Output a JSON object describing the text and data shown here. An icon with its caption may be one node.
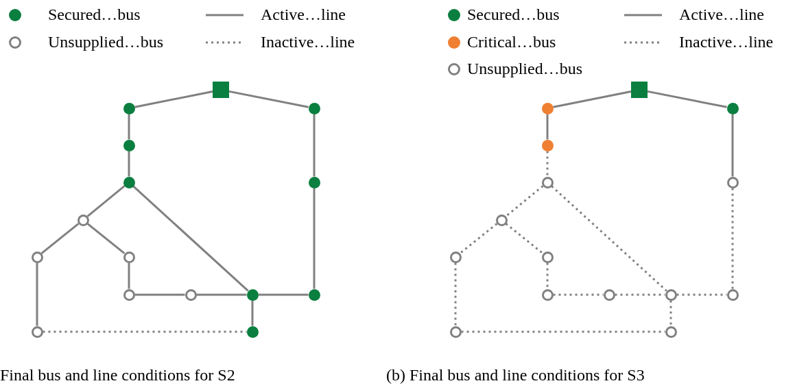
{
  "diagram": {
    "nodes": [
      {
        "text": [],
        "shape": "box"
      },
      {
        "text": [],
        "shape": "circle"
      },
      {
        "text": [],
        "shape": "circle"
      },
      {
        "text": [],
        "shape": "circle"
      },
      {
        "text": [],
        "shape": "circle"
      },
      {
        "text": [],
        "shape": "circle"
      },
      {
        "text": [],
        "shape": "circle"
      },
      {
        "text": [],
        "shape": "circle"
      },
      {
        "text": [],
        "shape": "circle"
      },
      {
        "text": [],
        "shape": "circle"
      },
      {
        "text": [],
        "shape": "circle"
      },
      {
        "text": [],
        "shape": "circle"
      },
      {
        "text": [],
        "shape": "circle"
      },
      {
        "text": [],
        "shape": "circle"
      },
      {
        "text": [],
        "shape": "circle"
      },
      {
        "text": [],
        "shape": "box"
      },
      {
        "text": [],
        "shape": "circle"
      },
      {
        "text": [],
        "shape": "circle"
      },
      {
        "text": [],
        "shape": "circle"
      },
      {
        "text": [],
        "shape": "circle"
      },
      {
        "text": [],
        "shape": "circle"
      },
      {
        "text": [],
        "shape": "circle"
      },
      {
        "text": [],
        "shape": "circle"
      },
      {
        "text": [],
        "shape": "circle"
      },
      {
        "text": [],
        "shape": "circle"
      },
      {
        "text": [],
        "shape": "circle"
      },
      {
        "text": [],
        "shape": "circle"
      },
      {
        "text": [],
        "shape": "circle"
      },
      {
        "text": [],
        "shape": "circle"
      },
      {
        "text": [],
        "shape": "circle"
      }
    ],
    "edges": [
      {
        "from": 0,
        "to": 1,
        "arrow": "none"
      },
      {
        "from": 0,
        "to": 2,
        "arrow": "none"
      },
      {
        "from": 1,
        "to": 3,
        "arrow": "none"
      },
      {
        "from": 3,
        "to": 4,
        "arrow": "none"
      },
      {
        "from": 4,
        "to": 6,
        "arrow": "none"
      },
      {
        "from": 4,
        "to": 11,
        "arrow": "none"
      },
      {
        "from": 6,
        "to": 7,
        "arrow": "none"
      },
      {
        "from": 6,
        "to": 8,
        "arrow": "none"
      },
      {
        "from": 7,
        "to": 13,
        "arrow": "none"
      },
      {
        "from": 8,
        "to": 9,
        "arrow": "none"
      },
      {
        "from": 9,
        "to": 10,
        "arrow": "none"
      },
      {
        "from": 10,
        "to": 11,
        "arrow": "none"
      },
      {
        "from": 11,
        "to": 12,
        "arrow": "none"
      },
      {
        "from": 12,
        "to": 5,
        "arrow": "none"
      },
      {
        "from": 5,
        "to": 2,
        "arrow": "none"
      },
      {
        "from": 11,
        "to": 14,
        "arrow": "none"
      },
      {
        "from": 13,
        "to": 14,
        "arrow": "none",
        "style": "dashed"
      },
      {
        "from": 15,
        "to": 16,
        "arrow": "none"
      },
      {
        "from": 15,
        "to": 17,
        "arrow": "none"
      },
      {
        "from": 16,
        "to": 18,
        "arrow": "none"
      },
      {
        "from": 18,
        "to": 19,
        "arrow": "none",
        "style": "dashed"
      },
      {
        "from": 19,
        "to": 21,
        "arrow": "none",
        "style": "dashed"
      },
      {
        "from": 19,
        "to": 26,
        "arrow": "none",
        "style": "dashed"
      },
      {
        "from": 21,
        "to": 22,
        "arrow": "none",
        "style": "dashed"
      },
      {
        "from": 21,
        "to": 23,
        "arrow": "none",
        "style": "dashed"
      },
      {
        "from": 22,
        "to": 28,
        "arrow": "none",
        "style": "dashed"
      },
      {
        "from": 23,
        "to": 24,
        "arrow": "none",
        "style": "dashed"
      },
      {
        "from": 24,
        "to": 25,
        "arrow": "none",
        "style": "dashed"
      },
      {
        "from": 25,
        "to": 26,
        "arrow": "none",
        "style": "dashed"
      },
      {
        "from": 26,
        "to": 27,
        "arrow": "none",
        "style": "dashed"
      },
      {
        "from": 27,
        "to": 20,
        "arrow": "none",
        "style": "dashed"
      },
      {
        "from": 20,
        "to": 17,
        "arrow": "none"
      },
      {
        "from": 26,
        "to": 29,
        "arrow": "none",
        "style": "dashed"
      },
      {
        "from": 28,
        "to": 29,
        "arrow": "none",
        "style": "dashed"
      }
    ],
    "labels": [
      "Final bus and line conditions for S2",
      "(b) Final bus and line conditions for S3"
    ],
    "legend": [
      {
        "text": "Secured…bus",
        "color": "#0b7f3f"
      },
      {
        "text": "Unsupplied…bus"
      },
      {
        "text": "Active…line"
      },
      {
        "text": "Inactive…line"
      },
      {
        "text": "Secured…bus",
        "color": "#0b7f3f"
      },
      {
        "text": "Critical…bus",
        "color": "#ef7f31"
      },
      {
        "text": "Unsupplied…bus"
      },
      {
        "text": "Active…line"
      },
      {
        "text": "Inactive…line"
      }
    ]
  }
}
